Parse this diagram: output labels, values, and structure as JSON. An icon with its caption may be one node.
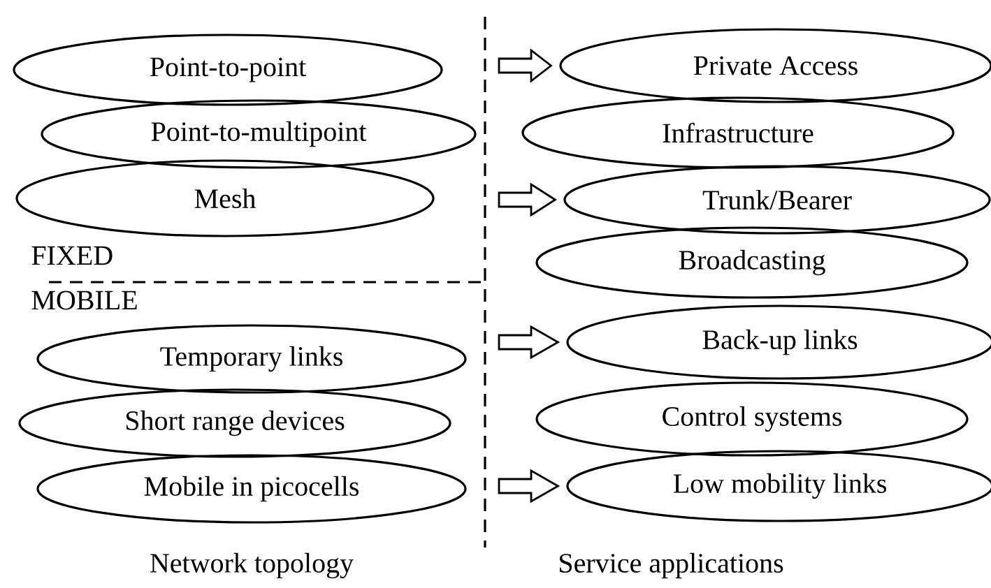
{
  "diagram": {
    "nodes": [
      {
        "text": [
          "Point-to-point"
        ]
      },
      {
        "text": [
          "Point-to-multipoint"
        ]
      },
      {
        "text": [
          "Mesh"
        ]
      },
      {
        "text": [
          "Temporary links"
        ]
      },
      {
        "text": [
          "Short range devices"
        ]
      },
      {
        "text": [
          "Mobile in picocells"
        ]
      },
      {
        "text": [
          "Private Access"
        ]
      },
      {
        "text": [
          "Infrastructure"
        ]
      },
      {
        "text": [
          "Trunk/Bearer"
        ]
      },
      {
        "text": [
          "Broadcasting"
        ]
      },
      {
        "text": [
          "Back-up links"
        ]
      },
      {
        "text": [
          "Control systems"
        ]
      },
      {
        "text": [
          "Low mobility links"
        ]
      }
    ],
    "edges": [
      {
        "from": null,
        "to": 6,
        "arrow": "to"
      },
      {
        "from": null,
        "to": 8,
        "arrow": "to"
      },
      {
        "from": null,
        "to": 10,
        "arrow": "to"
      },
      {
        "from": null,
        "to": 12,
        "arrow": "to"
      }
    ],
    "labels": [
      "FIXED",
      "MOBILE",
      "Network topology",
      "Service applications"
    ]
  }
}
